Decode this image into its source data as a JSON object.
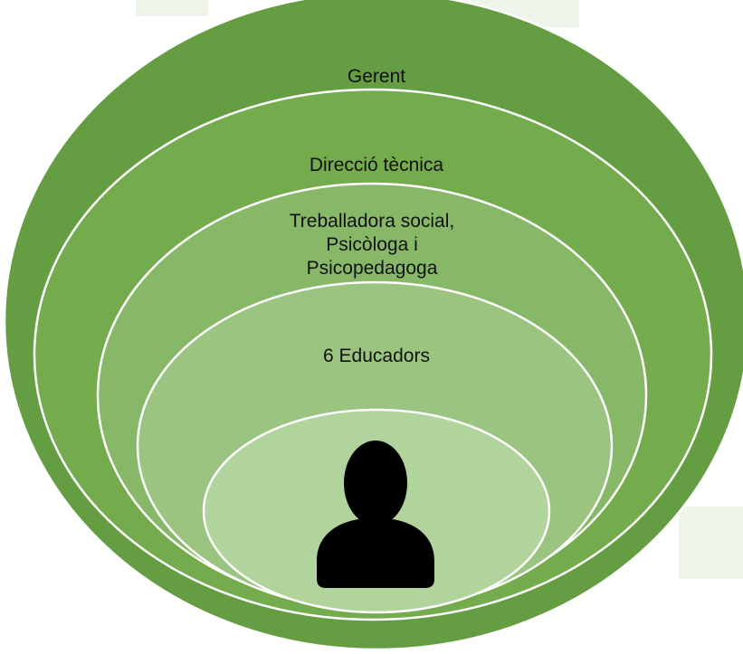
{
  "diagram": {
    "levels": [
      {
        "id": "gerent",
        "label": "Gerent",
        "color": "#659e42"
      },
      {
        "id": "direccio",
        "label": "Direcció tècnica",
        "color": "#74ab4d"
      },
      {
        "id": "professionals",
        "label": "Treballadora social,\nPsicòloga i\nPsicopedagoga",
        "color": "#87b868"
      },
      {
        "id": "educadors",
        "label": "6 Educadors",
        "color": "#9ac47f"
      },
      {
        "id": "center",
        "label": "",
        "color": "#b1d39c"
      }
    ],
    "center_icon": "person-icon",
    "colors": {
      "ring_stroke": "#ffffff",
      "icon": "#000000",
      "watermark": "#eef5ea"
    }
  }
}
